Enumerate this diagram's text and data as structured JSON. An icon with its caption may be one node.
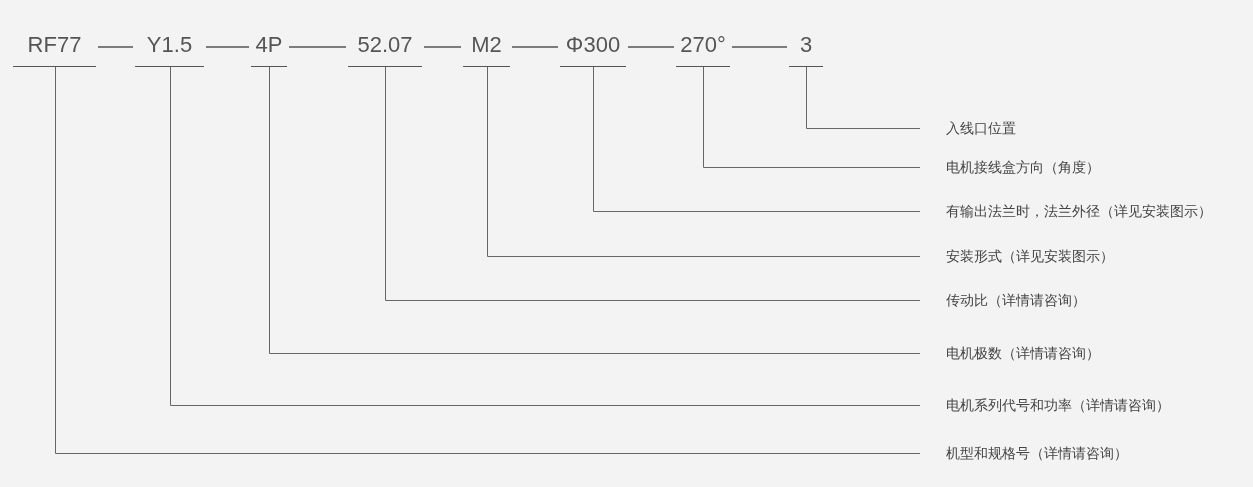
{
  "diagram": {
    "nodes": [
      {
        "text": [
          "RF77"
        ]
      },
      {
        "text": [
          "Y1.5"
        ]
      },
      {
        "text": [
          "4P"
        ]
      },
      {
        "text": [
          "52.07"
        ]
      },
      {
        "text": [
          "M2"
        ]
      },
      {
        "text": [
          "Φ300"
        ]
      },
      {
        "text": [
          "270°"
        ]
      },
      {
        "text": [
          "3"
        ]
      },
      {
        "text": [
          "入线口位置"
        ]
      },
      {
        "text": [
          "电机接线盒方向（角度）"
        ]
      },
      {
        "text": [
          "有输出法兰时，法兰外径（详见安装图示）"
        ]
      },
      {
        "text": [
          "安装形式（详见安装图示）"
        ]
      },
      {
        "text": [
          "传动比（详情请咨询）"
        ]
      },
      {
        "text": [
          "电机极数（详情请咨询）"
        ]
      },
      {
        "text": [
          "电机系列代号和功率（详情请咨询）"
        ]
      },
      {
        "text": [
          "机型和规格号（详情请咨询）"
        ]
      }
    ],
    "edges": [
      {
        "from": 0,
        "to": 1,
        "arrow": "none"
      },
      {
        "from": 1,
        "to": 2,
        "arrow": "none"
      },
      {
        "from": 2,
        "to": 3,
        "arrow": "none"
      },
      {
        "from": 3,
        "to": 4,
        "arrow": "none"
      },
      {
        "from": 4,
        "to": 5,
        "arrow": "none"
      },
      {
        "from": 5,
        "to": 6,
        "arrow": "none"
      },
      {
        "from": 6,
        "to": 7,
        "arrow": "none"
      },
      {
        "from": 7,
        "to": 8,
        "arrow": "none"
      },
      {
        "from": 6,
        "to": 9,
        "arrow": "none"
      },
      {
        "from": 5,
        "to": 10,
        "arrow": "none"
      },
      {
        "from": 4,
        "to": 11,
        "arrow": "none"
      },
      {
        "from": 3,
        "to": 12,
        "arrow": "none"
      },
      {
        "from": 2,
        "to": 13,
        "arrow": "none"
      },
      {
        "from": 1,
        "to": 14,
        "arrow": "none"
      },
      {
        "from": 0,
        "to": 15,
        "arrow": "none"
      }
    ]
  }
}
